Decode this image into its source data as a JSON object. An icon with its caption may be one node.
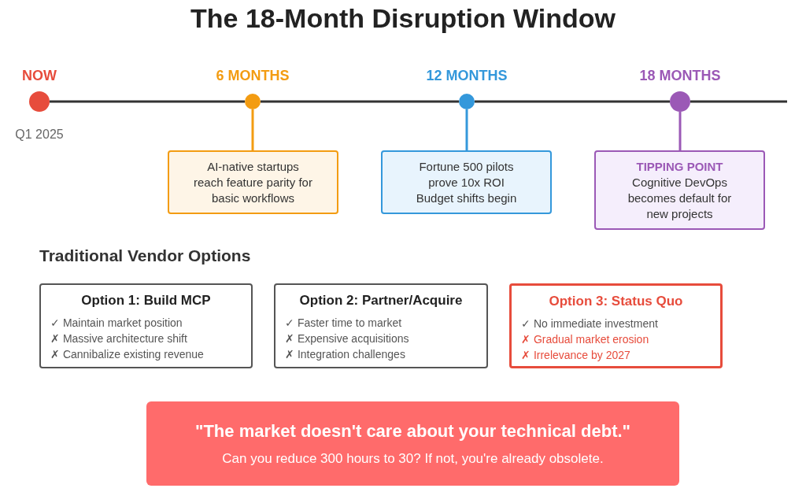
{
  "diagram": {
    "title": "The 18-Month Disruption Window",
    "nodes": [
      {
        "text": [],
        "shape": "circle",
        "beside": [
          "NOW",
          "Q1 2025"
        ]
      },
      {
        "text": [],
        "shape": "circle",
        "beside": [
          "6 MONTHS"
        ]
      },
      {
        "text": [],
        "shape": "circle",
        "beside": [
          "12 MONTHS"
        ]
      },
      {
        "text": [],
        "shape": "circle",
        "beside": [
          "18 MONTHS"
        ]
      },
      {
        "text": [
          "AI-native startups reach feature parity for basic workflows"
        ]
      },
      {
        "text": [
          "Fortune 500 pilots prove 10x ROI",
          "Budget shifts begin"
        ]
      },
      {
        "text": [
          "TIPPING POINT",
          "Cognitive DevOps becomes default for new projects"
        ]
      },
      {
        "text": [
          "Option 1: Build MCP",
          "✓ Maintain market position",
          "✗ Massive architecture shift",
          "✗ Cannibalize existing revenue"
        ]
      },
      {
        "text": [
          "Option 2: Partner/Acquire",
          "✓ Faster time to market",
          "✗ Expensive acquisitions",
          "✗ Integration challenges"
        ]
      },
      {
        "text": [
          "Option 3: Status Quo",
          "✓ No immediate investment",
          "✗ Gradual market erosion",
          "✗ Irrelevance by 2027"
        ]
      },
      {
        "text": [
          "\"The market doesn't care about your technical debt.\"",
          "Can you reduce 300 hours to 30? If not, you're already obsolete."
        ]
      }
    ],
    "edges": [
      {
        "from": 0,
        "to": 1,
        "arrow": "none"
      },
      {
        "from": 1,
        "to": 2,
        "arrow": "none"
      },
      {
        "from": 2,
        "to": 3,
        "arrow": "none"
      },
      {
        "from": 3,
        "to": null,
        "arrow": "none"
      },
      {
        "from": 1,
        "to": 4,
        "arrow": "none",
        "color": "#f39c12"
      },
      {
        "from": 2,
        "to": 5,
        "arrow": "none",
        "color": "#3498db"
      },
      {
        "from": 3,
        "to": 6,
        "arrow": "none",
        "color": "#9b59b6"
      }
    ],
    "labels": [
      "Traditional Vendor Options"
    ]
  }
}
